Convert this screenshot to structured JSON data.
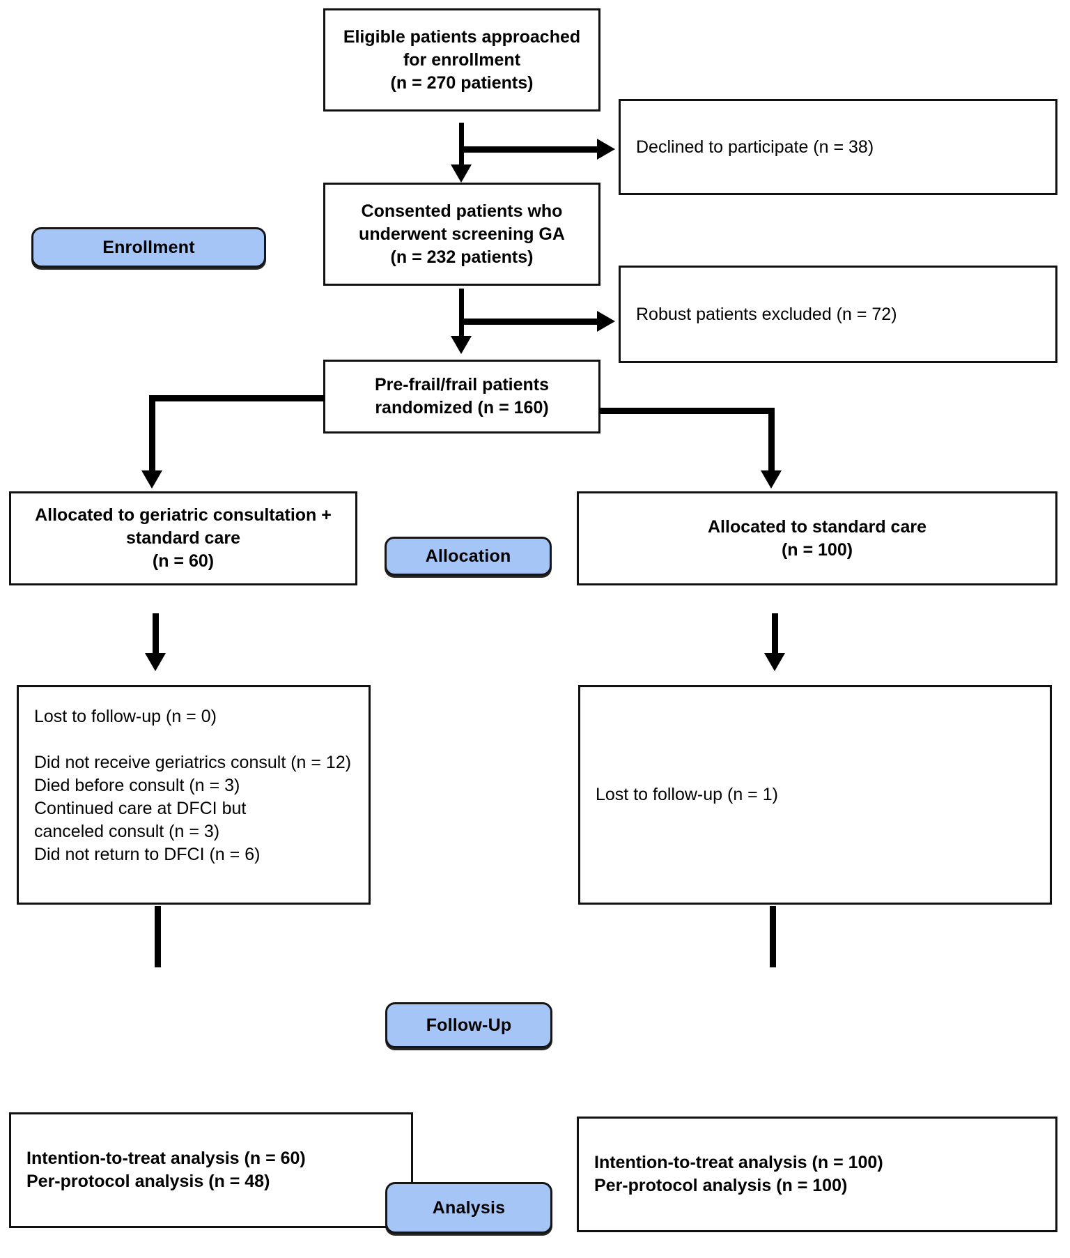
{
  "diagram": {
    "title": "CONSORT participant flow diagram",
    "accent_color": "#A6C5F7",
    "line_color": "#000000",
    "box_border_color": "#111111",
    "background_color": "#FFFFFF"
  },
  "stages": {
    "enrollment": "Enrollment",
    "allocation": "Allocation",
    "followup": "Follow-Up",
    "analysis": "Analysis"
  },
  "nodes": {
    "eligible": "Eligible patients approached\nfor enrollment\n(n = 270 patients)",
    "declined": "Declined to participate (n = 38)",
    "consented": "Consented patients who\nunderwent screening GA\n(n = 232 patients)",
    "robust_excluded": "Robust patients excluded (n = 72)",
    "randomized": "Pre-frail/frail patients\nrandomized (n = 160)",
    "alloc_intervention": "Allocated to geriatric consultation +\nstandard care\n(n = 60)",
    "alloc_control": "Allocated to standard care\n(n = 100)",
    "followup_intervention": "Lost to follow-up (n = 0)\n\nDid not receive geriatrics consult (n = 12)\n        Died before consult (n = 3)\n        Continued care at DFCI but\n        canceled consult (n = 3)\n        Did not return to DFCI (n = 6)",
    "followup_control": "Lost to follow-up (n = 1)",
    "analysis_intervention": "Intention-to-treat analysis (n = 60)\nPer-protocol analysis (n = 48)",
    "analysis_control": "Intention-to-treat analysis (n = 100)\nPer-protocol analysis (n = 100)"
  },
  "chart_data": {
    "type": "diagram",
    "title": "CONSORT participant flow diagram",
    "counts": {
      "eligible_approached": 270,
      "declined_to_participate": 38,
      "consented_screening_ga": 232,
      "robust_excluded": 72,
      "randomized": 160,
      "allocated_geriatric_consultation_plus_standard_care": 60,
      "allocated_standard_care": 100,
      "intervention_lost_to_followup": 0,
      "intervention_did_not_receive_consult": 12,
      "intervention_died_before_consult": 3,
      "intervention_continued_care_canceled_consult": 3,
      "intervention_did_not_return_to_dfci": 6,
      "control_lost_to_followup": 1,
      "intervention_itt": 60,
      "intervention_per_protocol": 48,
      "control_itt": 100,
      "control_per_protocol": 100
    }
  }
}
